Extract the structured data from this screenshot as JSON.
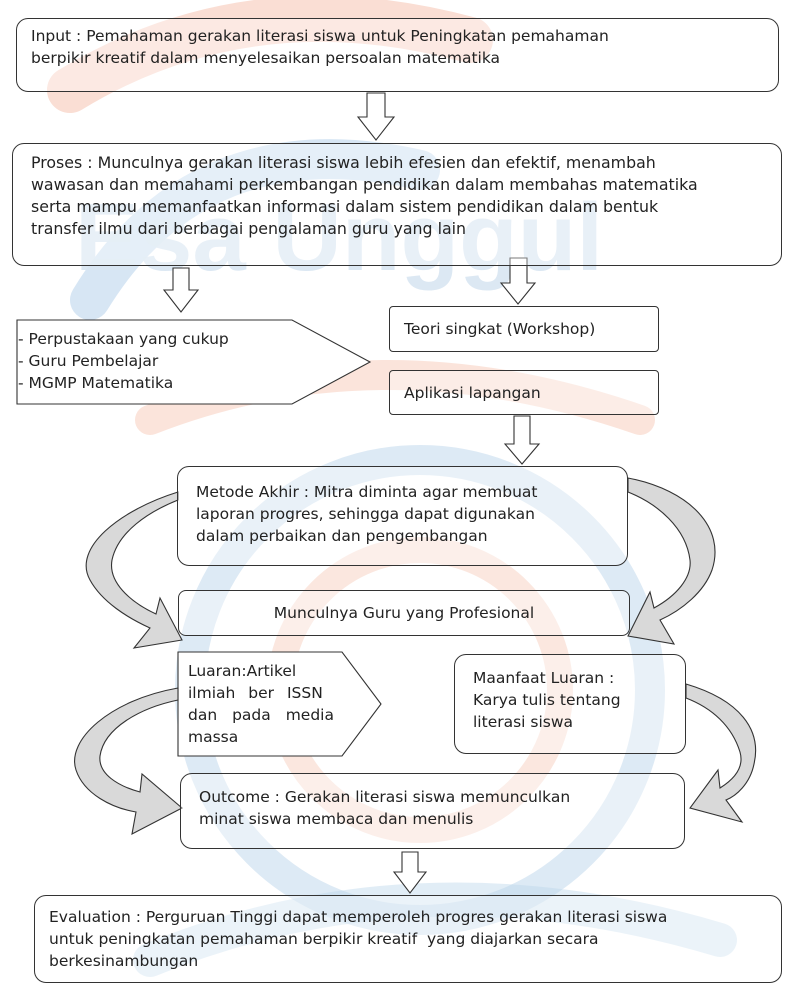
{
  "watermark": {
    "text": "Esa Unggul",
    "colors": {
      "orange": "#f2a489",
      "blue": "#a9c9e6"
    }
  },
  "nodes": {
    "input": {
      "lines": [
        "Input : Pemahaman gerakan literasi siswa untuk Peningkatan pemahaman",
        "berpikir kreatif dalam menyelesaikan persoalan matematika"
      ]
    },
    "proses": {
      "lines": [
        "Proses : Munculnya gerakan literasi siswa lebih efesien dan efektif, menambah",
        "wawasan dan memahami perkembangan pendidikan dalam membahas matematika",
        "serta mampu memanfaatkan informasi dalam sistem pendidikan dalam bentuk",
        "transfer ilmu dari berbagai pengalaman guru yang lain"
      ]
    },
    "resources": {
      "lines": [
        "- Perpustakaan yang cukup",
        "- Guru Pembelajar",
        "- MGMP Matematika"
      ]
    },
    "teori": {
      "text": "Teori singkat (Workshop)"
    },
    "aplikasi": {
      "text": "Aplikasi lapangan"
    },
    "metode": {
      "lines": [
        "Metode Akhir : Mitra diminta agar membuat",
        "laporan progres, sehingga dapat digunakan",
        "dalam perbaikan dan pengembangan"
      ]
    },
    "guru": {
      "text": "Munculnya Guru yang Profesional"
    },
    "luaran": {
      "lines": [
        "Luaran:Artikel",
        "ilmiah ber ISSN",
        "dan pada media",
        "massa"
      ]
    },
    "manfaat": {
      "lines": [
        "Maanfaat Luaran :",
        "Karya tulis tentang",
        "literasi siswa"
      ]
    },
    "outcome": {
      "lines": [
        "Outcome : Gerakan literasi siswa memunculkan",
        "minat siswa membaca dan menulis"
      ]
    },
    "evaluation": {
      "lines": [
        "Evaluation : Perguruan Tinggi dapat memperoleh progres gerakan literasi siswa",
        "untuk peningkatan pemahaman berpikir kreatif  yang diajarkan secara",
        "berkesinambungan"
      ]
    }
  },
  "style": {
    "border": "#333333",
    "curve_fill": "#d9d9d9"
  }
}
